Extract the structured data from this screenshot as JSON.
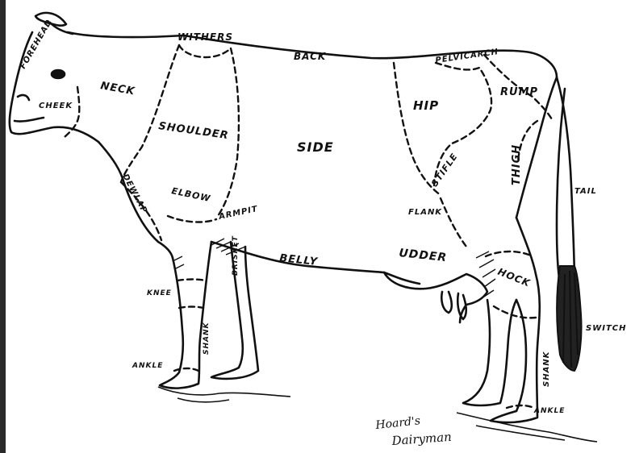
{
  "diagram": {
    "colors": {
      "ink": "#111111",
      "paper": "#ffffff"
    },
    "labels": {
      "withers": "WITHERS",
      "back": "BACK",
      "pelvic_arch": "PELVICARCH",
      "rump": "RUMP",
      "forehead": "FOREHEAD",
      "neck": "NECK",
      "cheek": "CHEEK",
      "shoulder": "SHOULDER",
      "side": "SIDE",
      "hip": "HIP",
      "stifle": "STIFLE",
      "thigh": "THIGH",
      "dewlap": "DEWLAP",
      "elbow": "ELBOW",
      "armpit": "ARMPIT",
      "flank": "FLANK",
      "tail": "TAIL",
      "belly": "BELLY",
      "udder": "UDDER",
      "brisket": "BRISKET",
      "hock": "HOCK",
      "knee": "KNEE",
      "shank_front": "SHANK",
      "shank_rear": "SHANK",
      "switch": "SWITCH",
      "ankle_front": "ANKLE",
      "ankle_rear": "ANKLE"
    },
    "signature": {
      "line1": "Hoard's",
      "line2": "Dairyman"
    }
  }
}
